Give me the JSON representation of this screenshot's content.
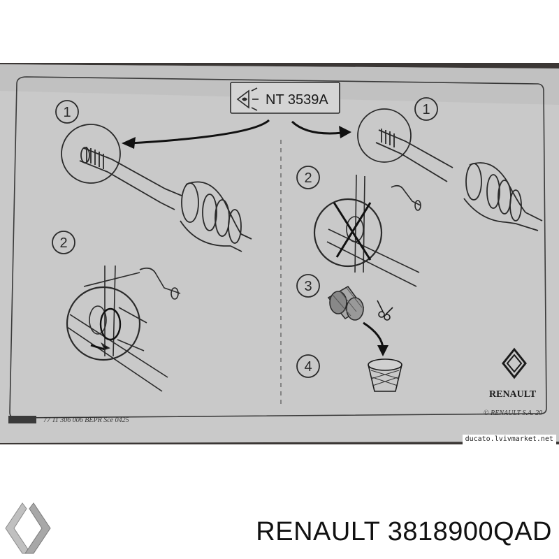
{
  "sheet": {
    "tool_code": "NT 3539A",
    "step_labels": [
      "1",
      "2",
      "1",
      "2",
      "3",
      "4"
    ],
    "brand": "RENAULT",
    "reference": "77 11 306 006 BEPR Sce 0425",
    "copyright": "© RENAULT S.A. 20"
  },
  "watermark": "ducato.lvivmarket.net",
  "caption": {
    "title": "RENAULT 3818900QAD"
  },
  "colors": {
    "paper": "#c9c9c9",
    "ink": "#2a2a2a",
    "surface_dark": "#3b3735",
    "caption_text": "#111111"
  },
  "icons": [
    "eye-icon",
    "scissors-icon",
    "bin-icon",
    "renault-logo-icon"
  ]
}
